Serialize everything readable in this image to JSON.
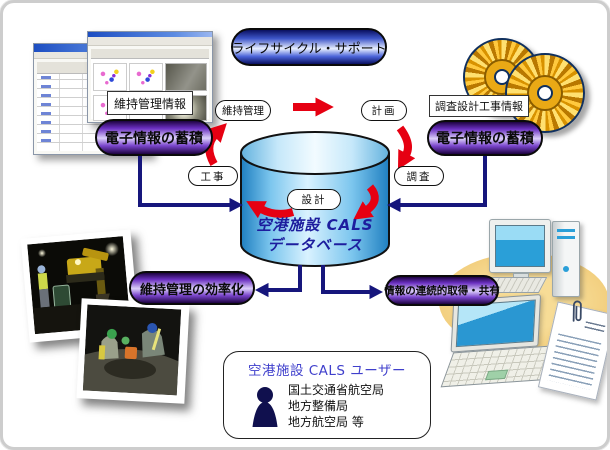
{
  "lifecycle_pill": {
    "label": "ライフサイクル・サポート"
  },
  "database": {
    "line1": "空港施設 CALS",
    "line2": "データベース"
  },
  "cycle": {
    "maintenance": "維持管理",
    "plan": "計画",
    "construction": "工事",
    "survey": "調査",
    "design": "設計"
  },
  "left_source": {
    "caption": "維持管理情報",
    "pill": "電子情報の蓄積"
  },
  "right_source": {
    "caption": "調査設計工事情報",
    "pill": "電子情報の蓄積"
  },
  "outcome_left": {
    "pill": "維持管理の効率化"
  },
  "outcome_right": {
    "pill": "情報の連続的取得・共有"
  },
  "users_box": {
    "title": "空港施設 CALS ユーザー",
    "items": [
      "国土交通省航空局",
      "地方整備局",
      "地方航空局 等"
    ]
  },
  "colors": {
    "accent_red": "#e60012",
    "connector_navy": "#16167c",
    "pill_purple": "#6a2fc0",
    "pill_blue": "#3d55c8",
    "database_blue": "#2688c8",
    "users_title_blue": "#4040cc"
  },
  "icons": {
    "user": "user-silhouette-icon",
    "cd": "cd-disc-icon",
    "database": "database-cylinder-icon",
    "paperclip": "paperclip-icon"
  }
}
